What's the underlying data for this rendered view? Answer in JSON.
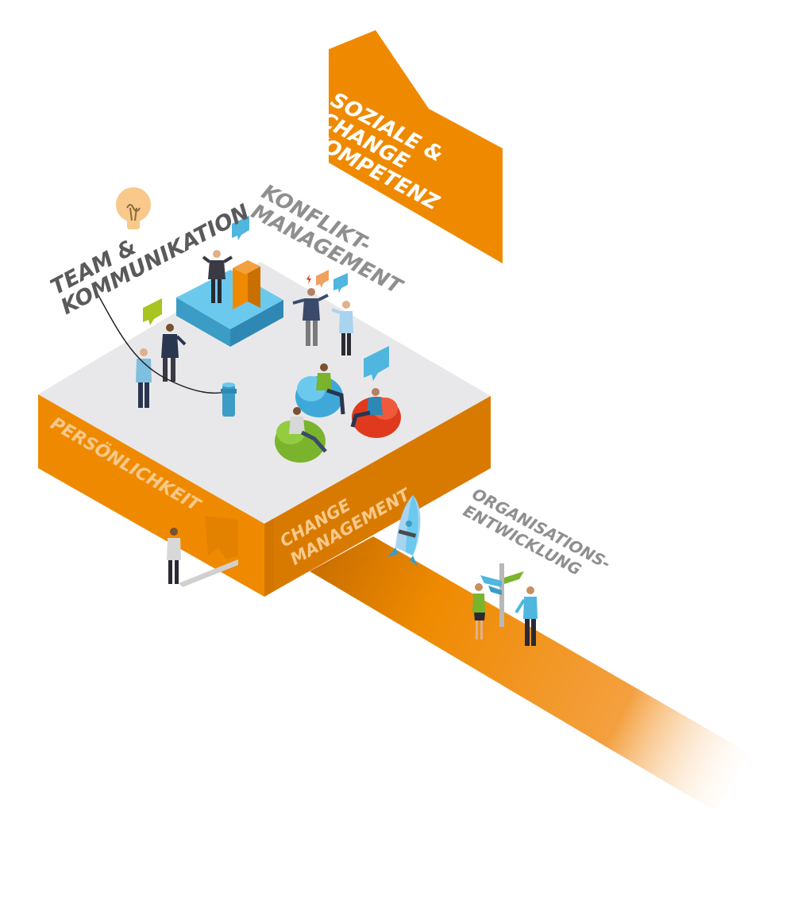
{
  "labels": {
    "soziale": [
      "SOZIALE &",
      "CHANGE",
      "KOMPETENZ"
    ],
    "team": [
      "TEAM &",
      "KOMMUNIKATION"
    ],
    "konflikt": [
      "KONFLIKT-",
      "MANAGEMENT"
    ],
    "persoenlichkeit": "PERSÖNLICHKEIT",
    "change": [
      "CHANGE",
      "MANAGEMENT"
    ],
    "organisation": [
      "ORGANISATIONS-",
      "ENTWICKLUNG"
    ]
  },
  "colors": {
    "orange": "#ef8a00",
    "orange_dark": "#c96f00",
    "platform_top": "#e8e8ea",
    "grey_text": "#8f8f8f",
    "dark_text": "#5a5a5a",
    "blue": "#4fb6e0",
    "red_bag": "#e03a1e",
    "green_bag": "#7ab42c",
    "yellow_green": "#a8c41e"
  },
  "icons": [
    "lightbulb-icon",
    "speech-bubble-icon",
    "rocket-icon",
    "signpost-icon",
    "lightning-icon"
  ]
}
